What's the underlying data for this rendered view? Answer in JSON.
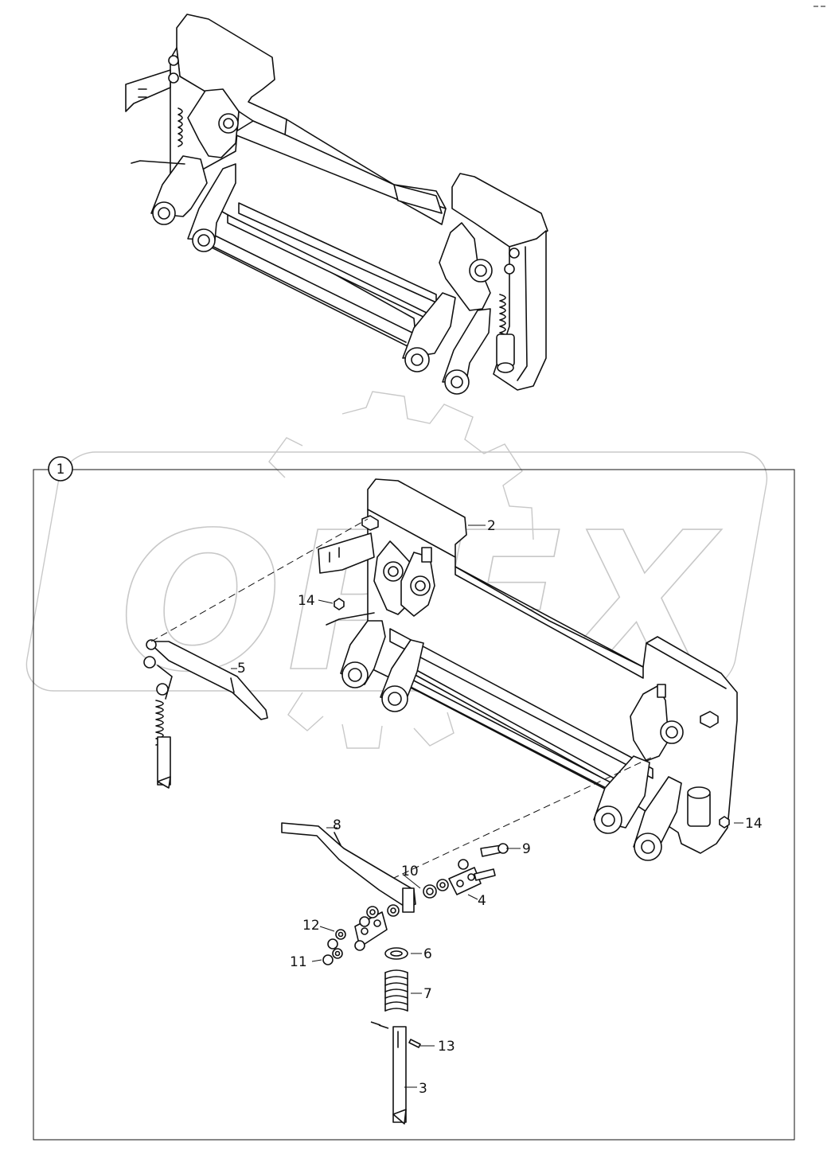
{
  "diagram": {
    "watermark_text": "OPEX",
    "assembly_callout": "1",
    "callouts": [
      {
        "id": "c2",
        "text": "2"
      },
      {
        "id": "c3",
        "text": "3"
      },
      {
        "id": "c4",
        "text": "4"
      },
      {
        "id": "c5",
        "text": "5"
      },
      {
        "id": "c6",
        "text": "6"
      },
      {
        "id": "c7",
        "text": "7"
      },
      {
        "id": "c8",
        "text": "8"
      },
      {
        "id": "c9",
        "text": "9"
      },
      {
        "id": "c10",
        "text": "10"
      },
      {
        "id": "c11",
        "text": "11"
      },
      {
        "id": "c12",
        "text": "12"
      },
      {
        "id": "c13",
        "text": "13"
      },
      {
        "id": "c14a",
        "text": "14"
      },
      {
        "id": "c14b",
        "text": "14"
      }
    ]
  }
}
